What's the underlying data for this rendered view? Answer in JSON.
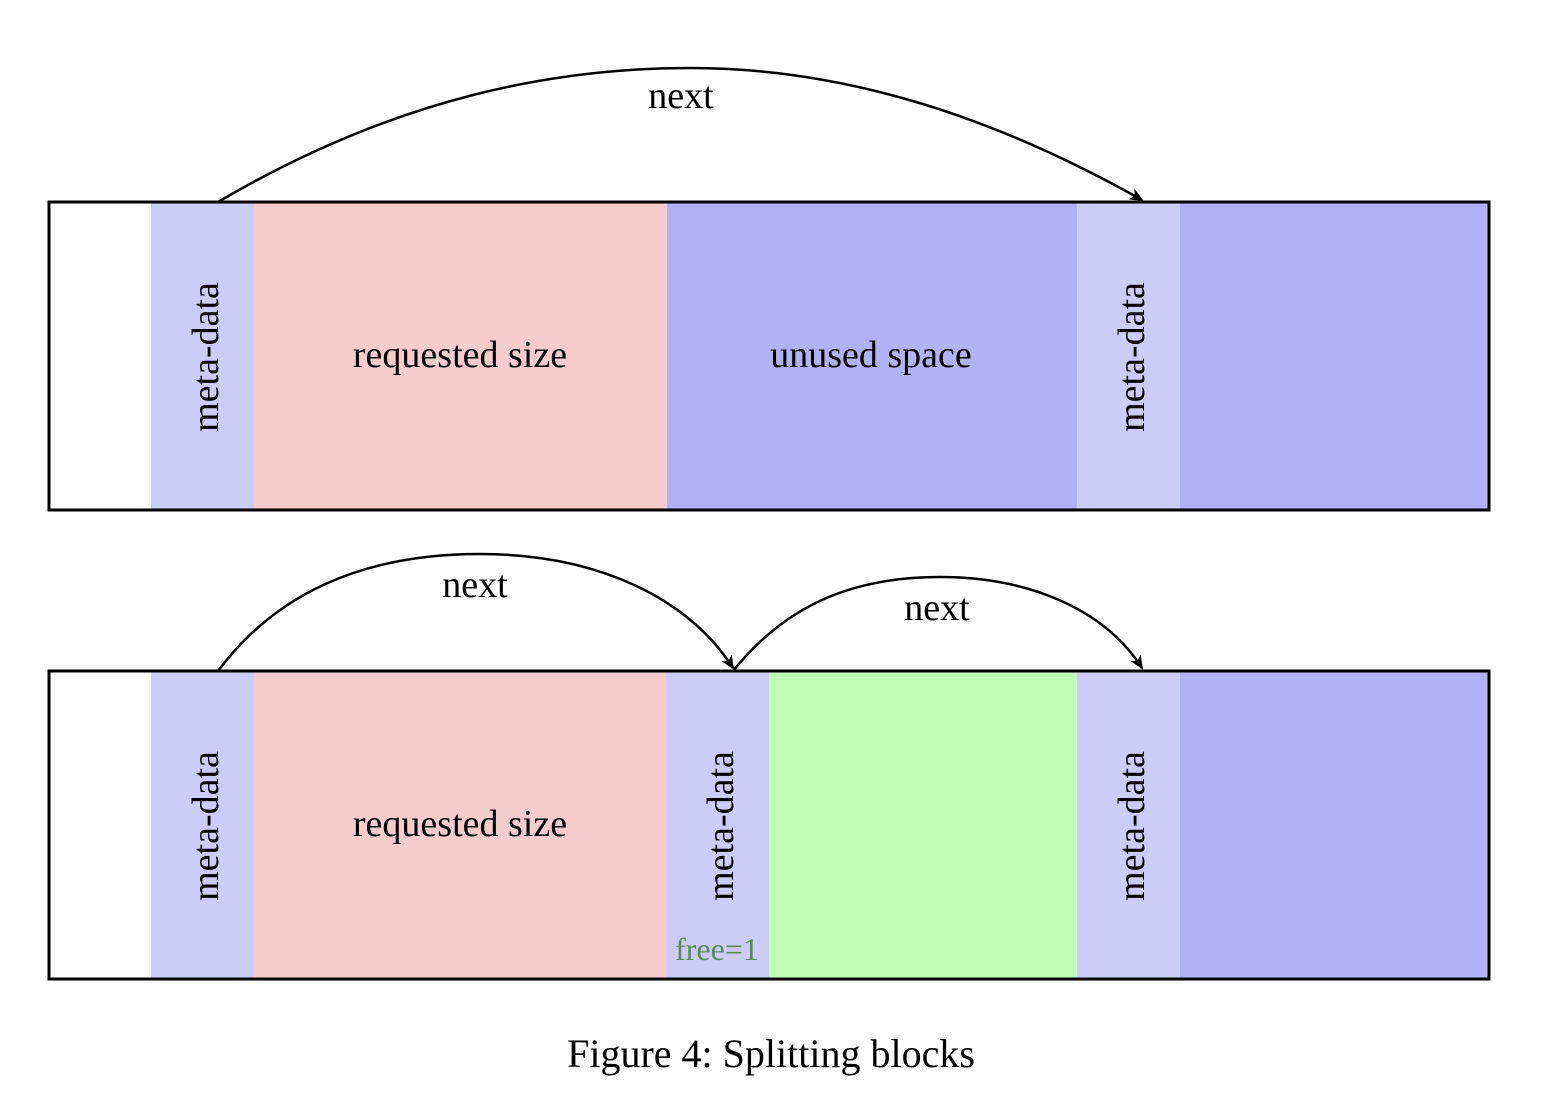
{
  "colors": {
    "metadata": "#ccccf8",
    "requested": "#f6cccd",
    "unused": "#b2b2f6",
    "free_block": "#c2fdb5",
    "free_flag_text": "#5a8a5a",
    "outline": "#000000"
  },
  "top_diagram": {
    "labels": {
      "meta_data_1": "meta-data",
      "requested": "requested size",
      "unused": "unused space",
      "meta_data_2": "meta-data"
    },
    "arrow_label": "next"
  },
  "bottom_diagram": {
    "labels": {
      "meta_data_1": "meta-data",
      "requested": "requested size",
      "meta_data_split": "meta-data",
      "meta_data_2": "meta-data"
    },
    "free_flag": "free=1",
    "arrow_label_1": "next",
    "arrow_label_2": "next"
  },
  "caption": "Figure 4: Splitting blocks"
}
